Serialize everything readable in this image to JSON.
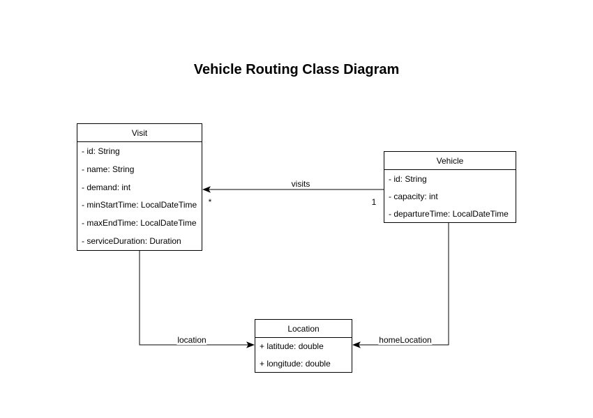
{
  "diagram": {
    "title": "Vehicle Routing Class Diagram"
  },
  "classes": {
    "visit": {
      "name": "Visit",
      "attributes": [
        "- id: String",
        "- name: String",
        "- demand: int",
        "- minStartTime: LocalDateTime",
        "- maxEndTime: LocalDateTime",
        "- serviceDuration: Duration"
      ]
    },
    "vehicle": {
      "name": "Vehicle",
      "attributes": [
        "- id: String",
        "- capacity: int",
        "- departureTime: LocalDateTime"
      ]
    },
    "location": {
      "name": "Location",
      "attributes": [
        "+ latitude: double",
        "+ longitude: double"
      ]
    }
  },
  "edges": {
    "vehicle_visits": {
      "label": "visits",
      "multiplicity_source": "1",
      "multiplicity_target": "*"
    },
    "visit_location": {
      "label": "location"
    },
    "vehicle_home_location": {
      "label": "homeLocation"
    }
  },
  "colors": {
    "stroke": "#000000",
    "node_fill": "#ffffff",
    "text": "#000000",
    "background": "#ffffff"
  }
}
